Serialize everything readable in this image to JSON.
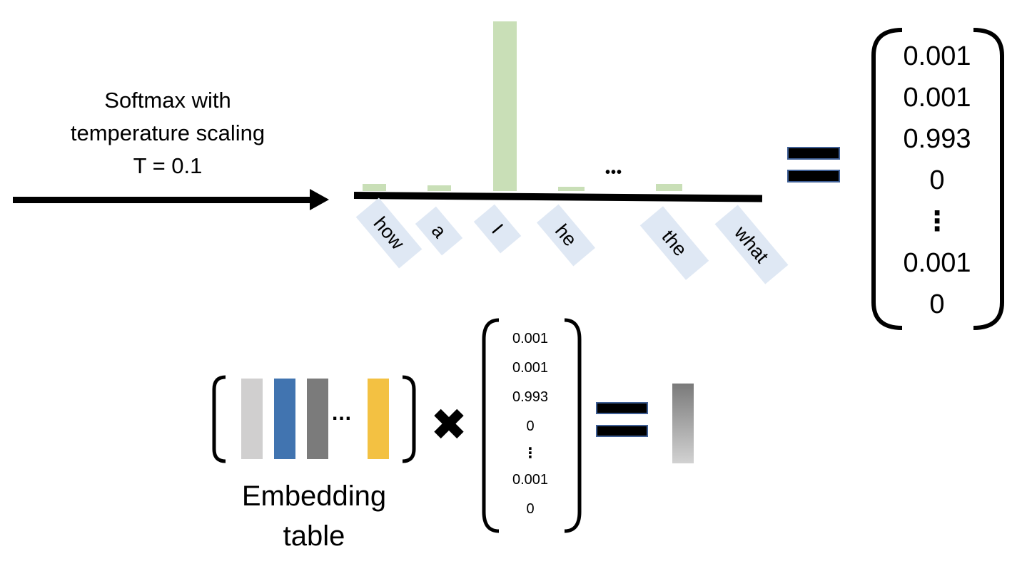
{
  "caption": {
    "line1": "Softmax with",
    "line2": "temperature scaling",
    "line3": "T = 0.1"
  },
  "chart_data": {
    "type": "bar",
    "title": "",
    "xlabel": "",
    "ylabel": "",
    "categories": [
      "how",
      "a",
      "I",
      "he",
      "...",
      "the",
      "what"
    ],
    "values": [
      0.001,
      0.001,
      0.993,
      0,
      null,
      0.001,
      0
    ],
    "ylim": [
      0,
      1
    ],
    "grid": false,
    "bar_color": "#c9dfb7",
    "ellipsis": "..."
  },
  "tokens": [
    "how",
    "a",
    "I",
    "he",
    "the",
    "what"
  ],
  "prob_vector": {
    "values": [
      "0.001",
      "0.001",
      "0.993",
      "0",
      "⋮",
      "0.001",
      "0"
    ]
  },
  "equation": {
    "embedding_label_line1": "Embedding",
    "embedding_label_line2": "table",
    "embedding_ellipsis": "...",
    "times_symbol": "✖",
    "embedding_colors": [
      "#d0cfcf",
      "#4174b0",
      "#7b7b7b",
      "#f3c142"
    ],
    "small_vector": [
      "0.001",
      "0.001",
      "0.993",
      "0",
      "⋮",
      "0.001",
      "0"
    ]
  },
  "colors": {
    "bar": "#c9dfb7",
    "token_bg": "#dfe8f4",
    "equals_border": "#3f5f95"
  }
}
